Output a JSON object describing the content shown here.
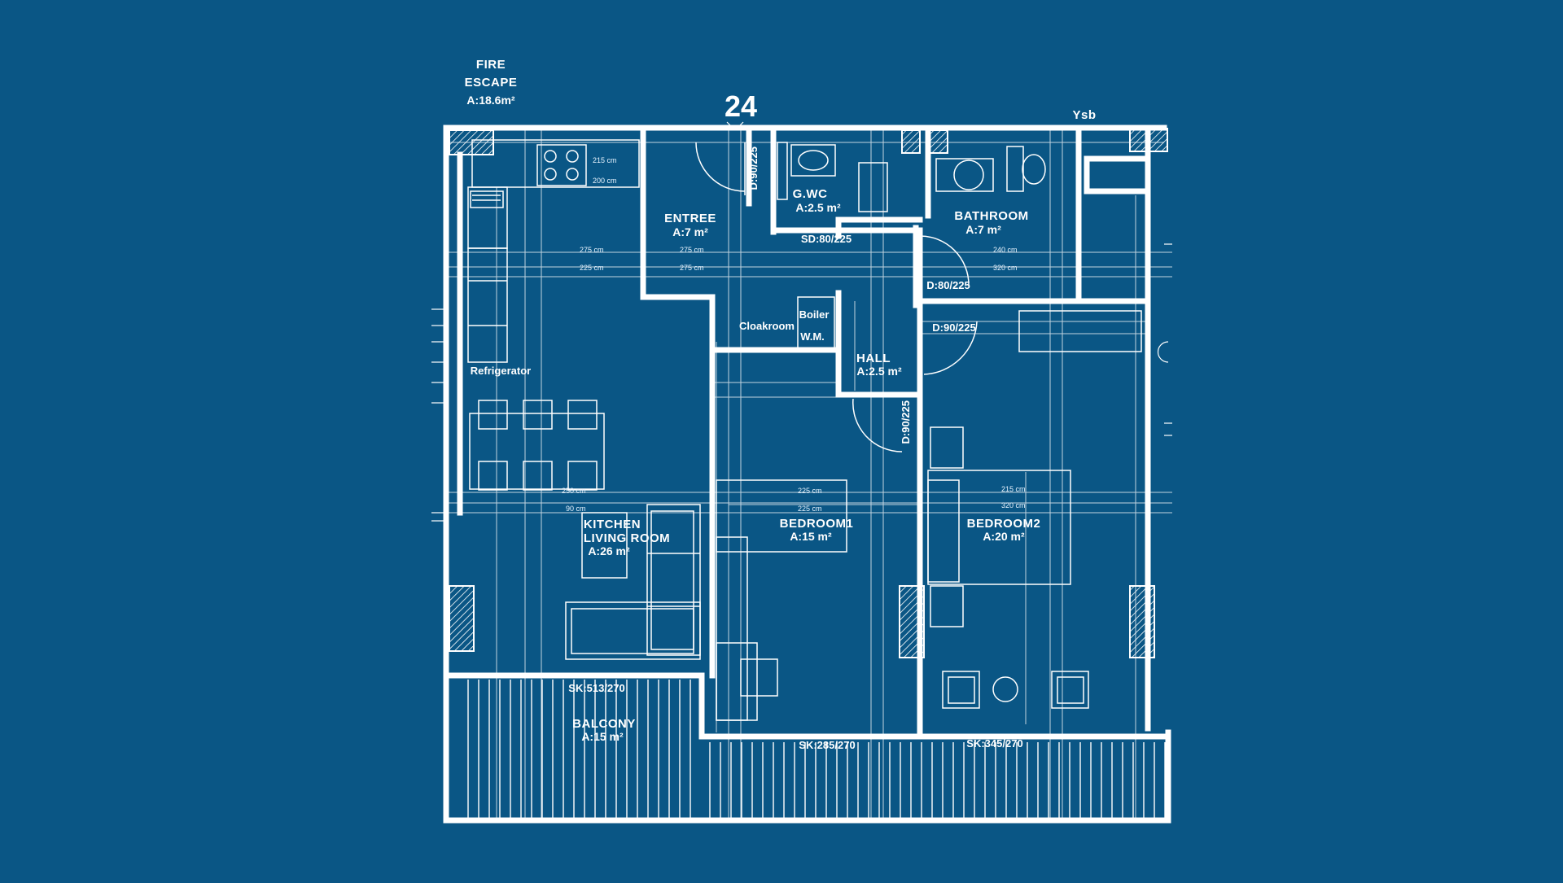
{
  "plan": {
    "unit_number": "24",
    "corner_label": "Ysb",
    "background": "#0a5685",
    "line_color": "#ffffff",
    "fire_escape": {
      "line1": "FIRE",
      "line2": "ESCAPE",
      "area": "A:18.6m²"
    },
    "rooms": [
      {
        "id": "entree",
        "name": "ENTREE",
        "area": "A:7 m²"
      },
      {
        "id": "gwc",
        "name": "G.WC",
        "area": "A:2.5 m²"
      },
      {
        "id": "bathroom",
        "name": "BATHROOM",
        "area": "A:7 m²"
      },
      {
        "id": "hall",
        "name": "HALL",
        "area": "A:2.5 m²"
      },
      {
        "id": "kitchen",
        "name": "KITCHEN",
        "name2": "LIVING ROOM",
        "area": "A:26 m²"
      },
      {
        "id": "bedroom1",
        "name": "BEDROOM1",
        "area": "A:15 m²"
      },
      {
        "id": "bedroom2",
        "name": "BEDROOM2",
        "area": "A:20 m²"
      },
      {
        "id": "balcony",
        "name": "BALCONY",
        "area": "A:15 m²"
      }
    ],
    "labels": {
      "cloakroom": "Cloakroom",
      "boiler": "Boiler",
      "wm": "W.M.",
      "refrigerator": "Refrigerator"
    },
    "doors": {
      "d_entree": "D:90/225",
      "sd_gwc": "SD:80/225",
      "d_bath": "D:80/225",
      "d_bed2": "D:90/225",
      "d_bed1": "D:90/225"
    },
    "windows": {
      "kitchen": "SK:513/270",
      "bedroom1": "SK:285/270",
      "bedroom2": "SK:345/270"
    },
    "dimension_hints": [
      "275 cm",
      "225 cm",
      "250 cm",
      "90 cm",
      "240 cm",
      "320 cm",
      "215 cm",
      "200 cm"
    ]
  }
}
